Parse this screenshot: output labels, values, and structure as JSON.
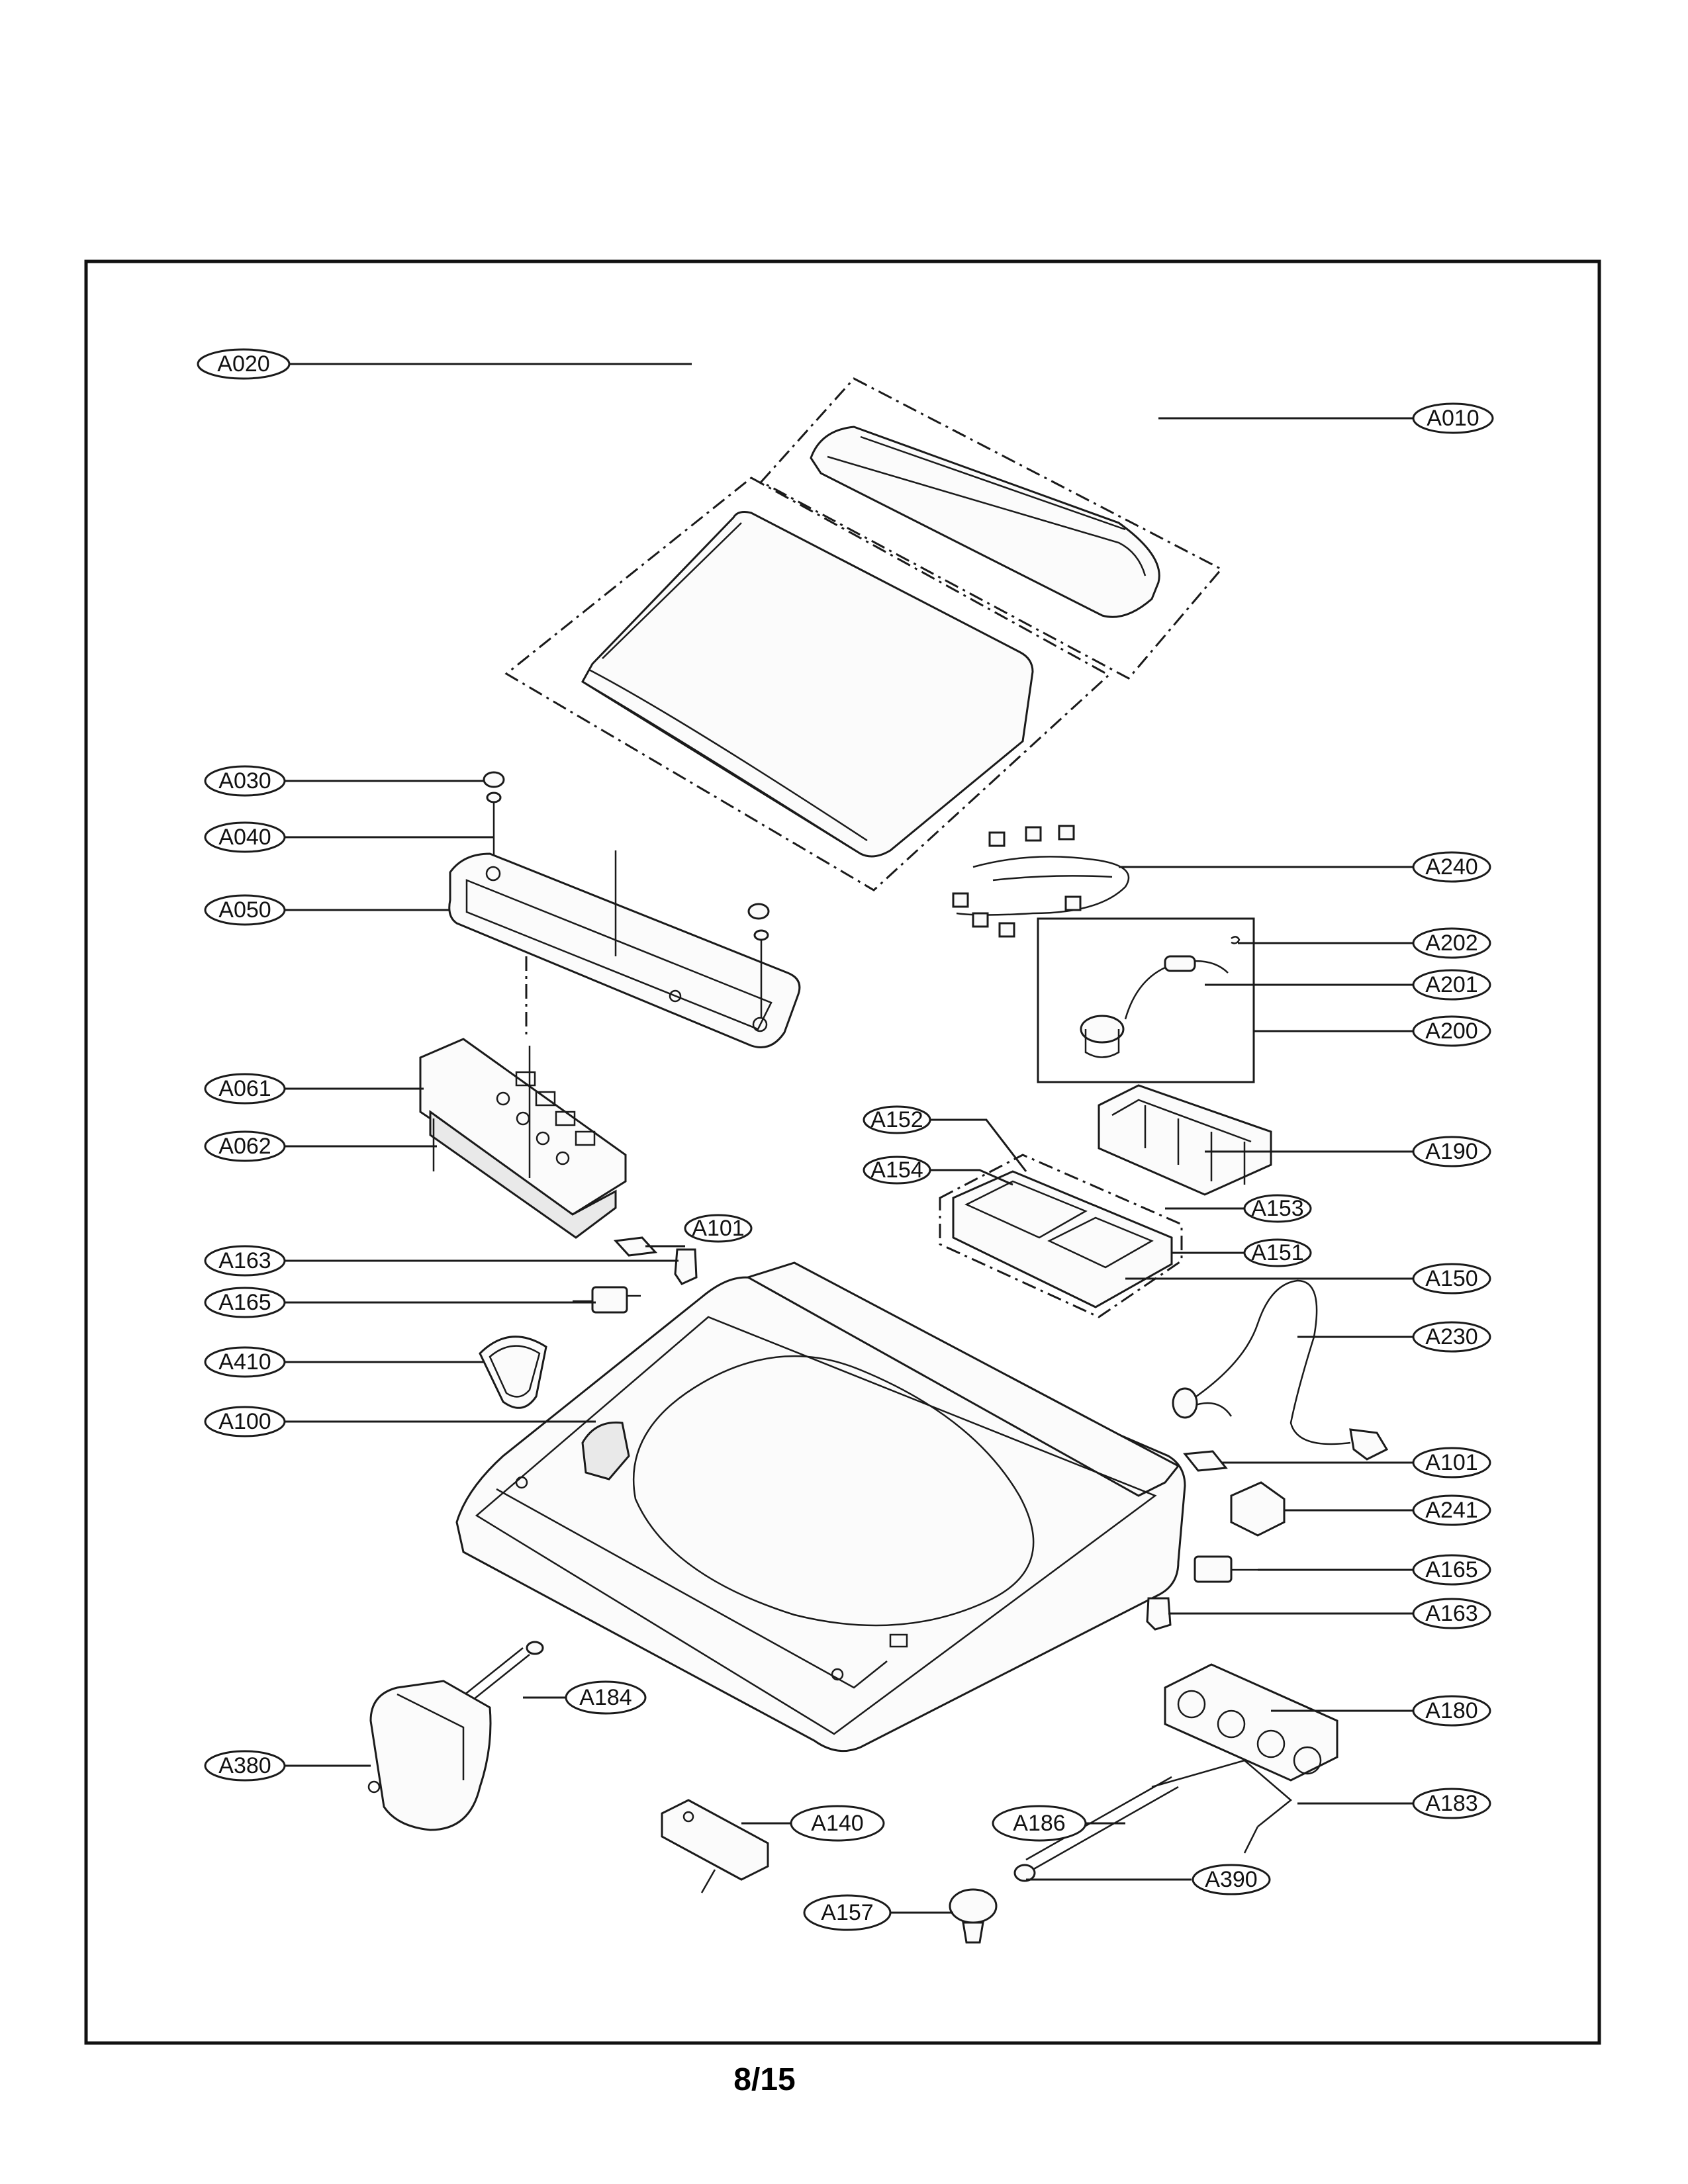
{
  "page_number": "8/15",
  "callouts": [
    {
      "id": "A020",
      "label": "A020"
    },
    {
      "id": "A010",
      "label": "A010"
    },
    {
      "id": "A030",
      "label": "A030"
    },
    {
      "id": "A040",
      "label": "A040"
    },
    {
      "id": "A050",
      "label": "A050"
    },
    {
      "id": "A240",
      "label": "A240"
    },
    {
      "id": "A202",
      "label": "A202"
    },
    {
      "id": "A201",
      "label": "A201"
    },
    {
      "id": "A200",
      "label": "A200"
    },
    {
      "id": "A061",
      "label": "A061"
    },
    {
      "id": "A062",
      "label": "A062"
    },
    {
      "id": "A152",
      "label": "A152"
    },
    {
      "id": "A154",
      "label": "A154"
    },
    {
      "id": "A190",
      "label": "A190"
    },
    {
      "id": "A153",
      "label": "A153"
    },
    {
      "id": "A101-left",
      "label": "A101"
    },
    {
      "id": "A151",
      "label": "A151"
    },
    {
      "id": "A163-left",
      "label": "A163"
    },
    {
      "id": "A150",
      "label": "A150"
    },
    {
      "id": "A165-left",
      "label": "A165"
    },
    {
      "id": "A230",
      "label": "A230"
    },
    {
      "id": "A410",
      "label": "A410"
    },
    {
      "id": "A100",
      "label": "A100"
    },
    {
      "id": "A101-right",
      "label": "A101"
    },
    {
      "id": "A241",
      "label": "A241"
    },
    {
      "id": "A165-right",
      "label": "A165"
    },
    {
      "id": "A163-right",
      "label": "A163"
    },
    {
      "id": "A184",
      "label": "A184"
    },
    {
      "id": "A180",
      "label": "A180"
    },
    {
      "id": "A380",
      "label": "A380"
    },
    {
      "id": "A183",
      "label": "A183"
    },
    {
      "id": "A140",
      "label": "A140"
    },
    {
      "id": "A186",
      "label": "A186"
    },
    {
      "id": "A390",
      "label": "A390"
    },
    {
      "id": "A157",
      "label": "A157"
    }
  ]
}
